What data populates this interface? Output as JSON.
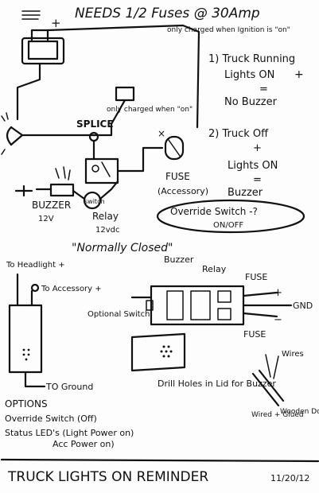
{
  "header": {
    "title": "NEEDS 1/2 Fuses @ 30Amp"
  },
  "notes": {
    "only_charged_ign_on": "only charged when Ignition is \"on\"",
    "only_charged_on": "only charged when \"on\"",
    "splice": "SPLICE",
    "fuse_top": "FUSE",
    "accessory": "(Accessory)",
    "buzzer": "BUZZER",
    "buzzer_volt": "12V",
    "relay": "Relay",
    "relay_volt": "12vdc",
    "switch": "switch",
    "plus": "+",
    "minus": "−"
  },
  "logic": {
    "l1a": "1) Truck Running",
    "l1b": "Lights ON",
    "l1c": "=",
    "l1d": "No Buzzer",
    "l2a": "2) Truck Off",
    "l2b": "+",
    "l2c": "Lights ON",
    "l2d": "=",
    "l2e": "Buzzer"
  },
  "override": {
    "line1": "Override Switch -?",
    "line2": "ON/OFF"
  },
  "normally_closed": "\"Normally Closed\"",
  "enclosure": {
    "to_headlight": "To Headlight +",
    "to_accessory": "To Accessory +",
    "to_ground": "TO Ground",
    "buzzer": "Buzzer",
    "relay": "Relay",
    "fuse1": "FUSE",
    "fuse2": "FUSE",
    "optional_switch": "Optional Switch",
    "gnd": "GND",
    "drill_holes": "Drill Holes in Lid for Buzzer",
    "wires": "Wires",
    "wired_glued": "Wired + Glued",
    "wooden_dowel": "Wooden Dowel"
  },
  "options": {
    "heading": "OPTIONS",
    "item1": "Override Switch (Off)",
    "item2a": "Status LED's (Light Power on)",
    "item2b": "Acc Power on)"
  },
  "footer": {
    "title": "TRUCK LIGHTS ON REMINDER",
    "date": "11/20/12"
  }
}
